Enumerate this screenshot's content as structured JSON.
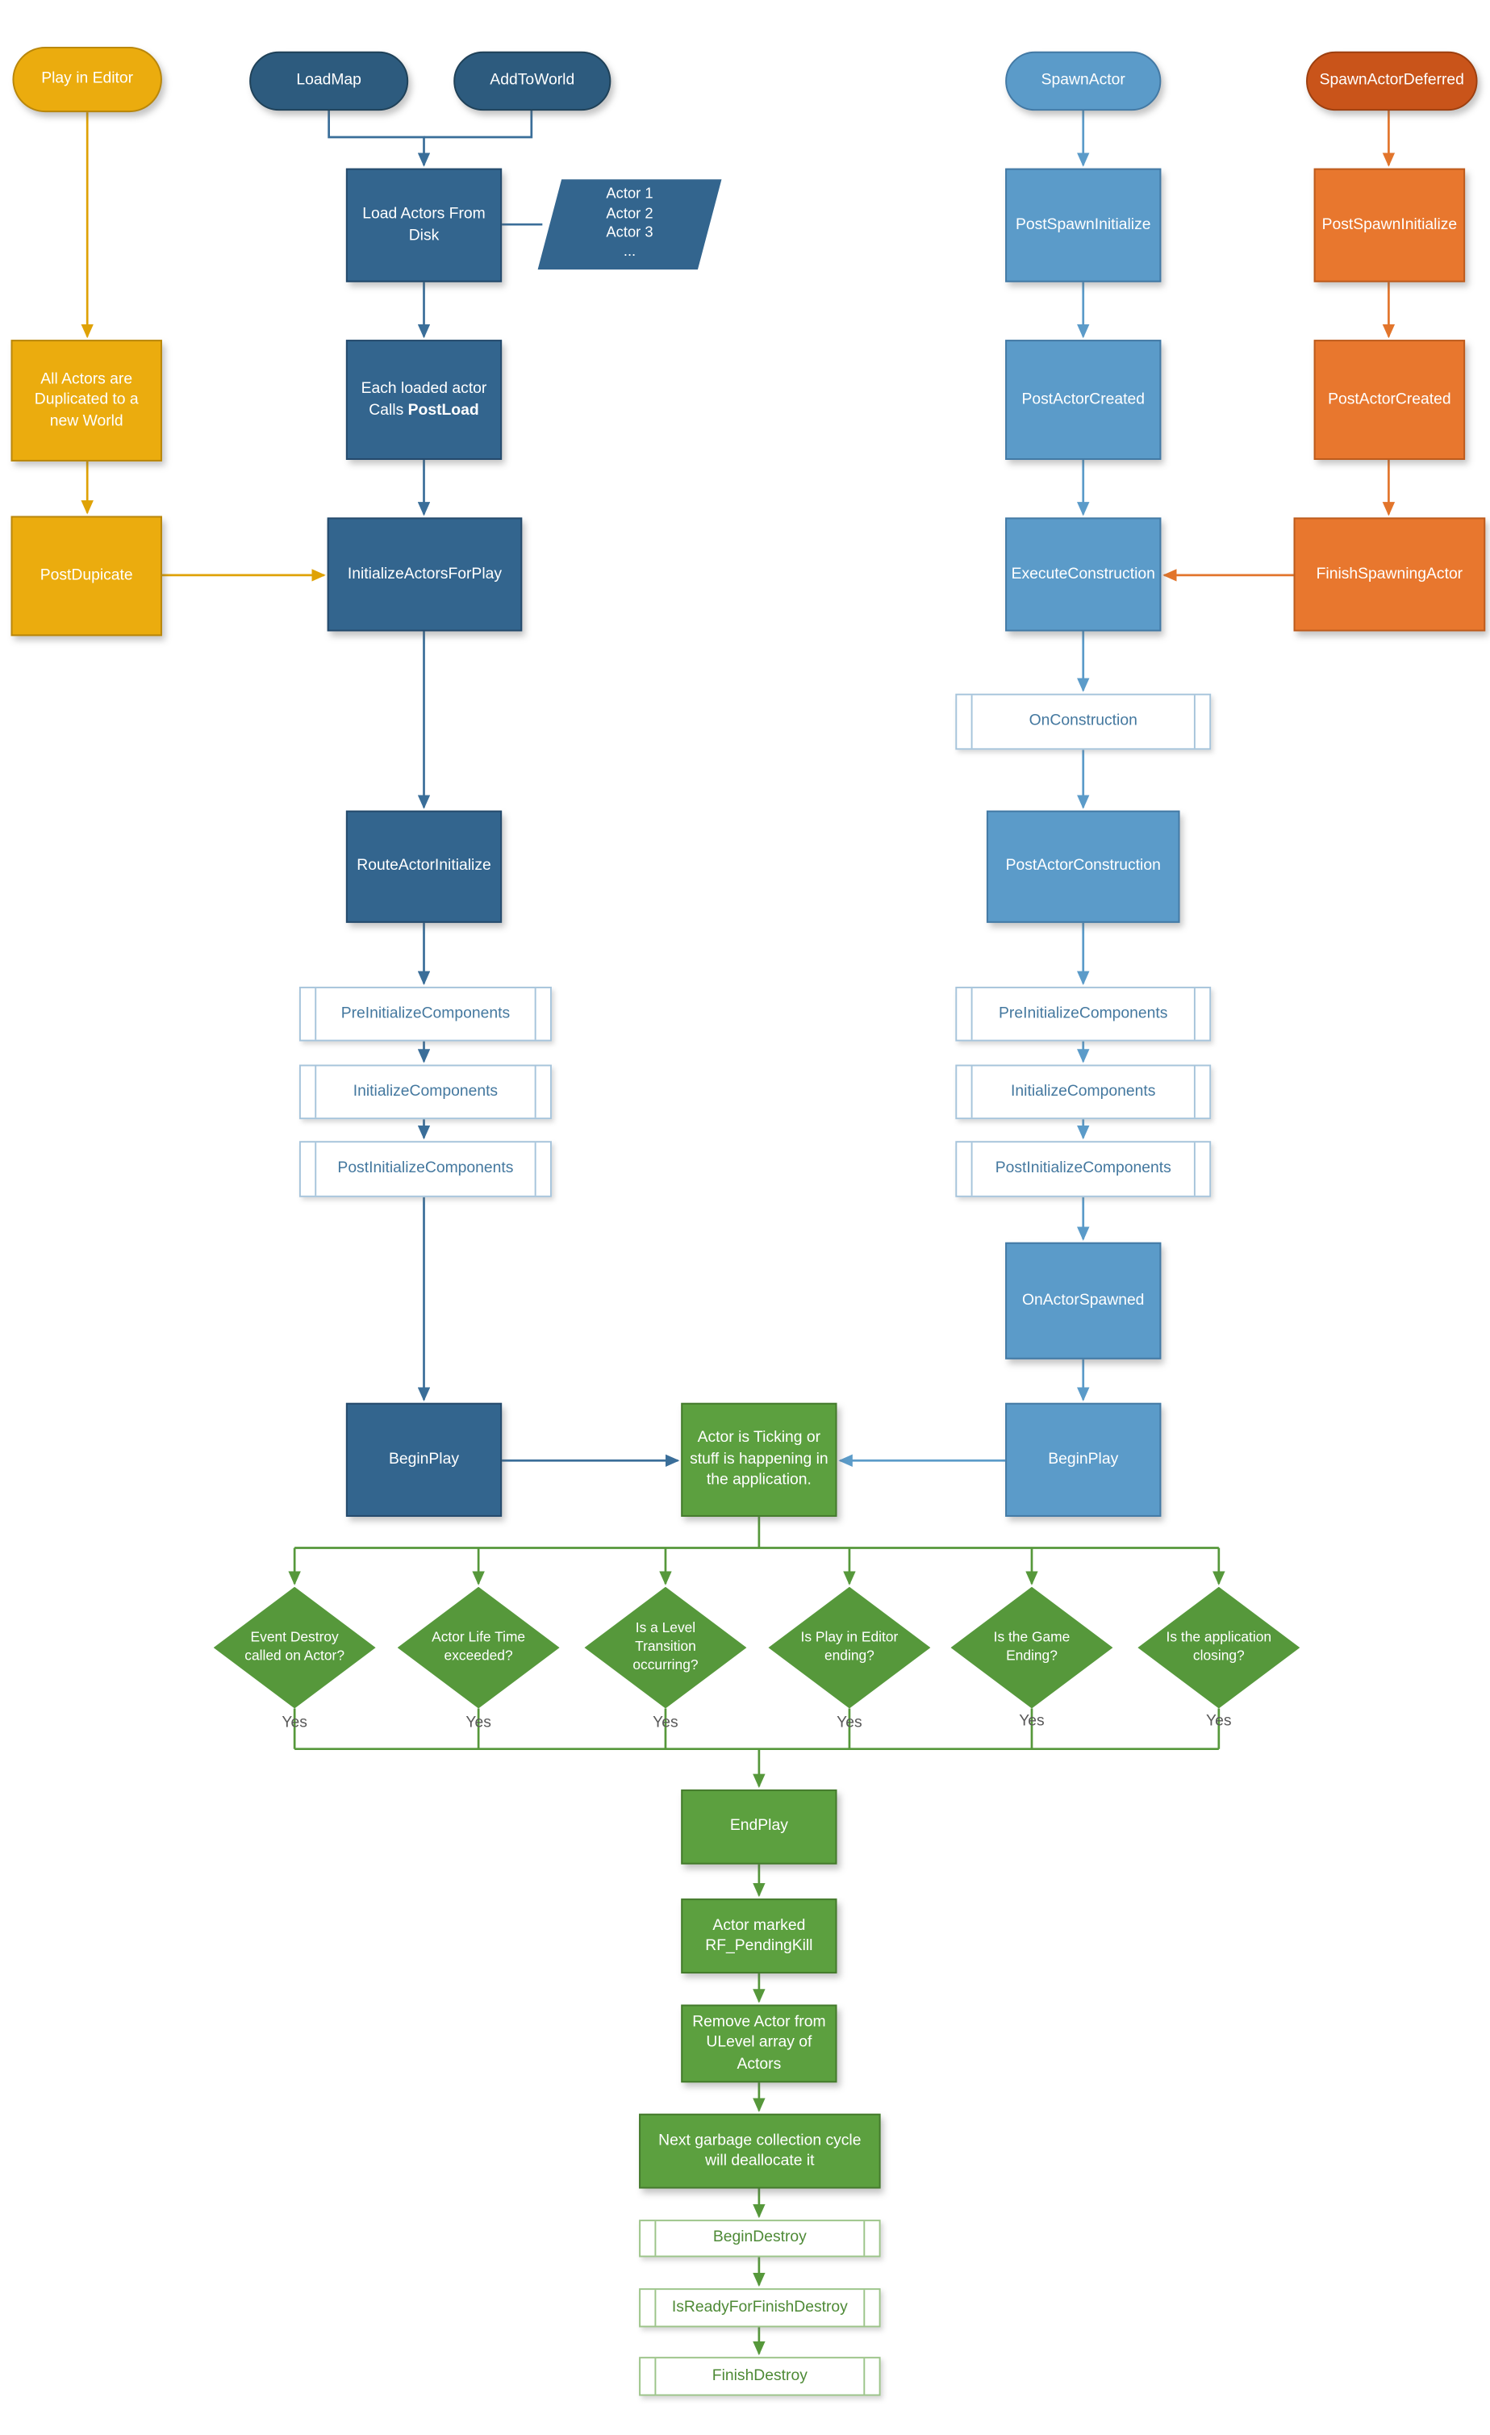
{
  "colors": {
    "gold": "#EBAC0E",
    "dark_blue": "#33658E",
    "light_blue": "#5B9BC9",
    "orange": "#E8772E",
    "green": "#5CA03F"
  },
  "editor_path": {
    "play_in_editor": "Play in Editor",
    "all_actors_duplicated": "All Actors are Duplicated to a new World",
    "post_duplicate": "PostDupicate"
  },
  "load_path": {
    "load_map": "LoadMap",
    "add_to_world": "AddToWorld",
    "load_actors_from_disk": "Load Actors From Disk",
    "actor_list": [
      "Actor 1",
      "Actor 2",
      "Actor 3",
      "..."
    ],
    "each_loaded_actor_line1": "Each loaded actor",
    "each_loaded_actor_line2": "Calls",
    "each_loaded_actor_bold": "PostLoad",
    "initialize_actors_for_play": "InitializeActorsForPlay",
    "route_actor_initialize": "RouteActorInitialize",
    "pre_initialize_components": "PreInitializeComponents",
    "initialize_components": "InitializeComponents",
    "post_initialize_components": "PostInitializeComponents",
    "begin_play": "BeginPlay"
  },
  "spawn_path": {
    "spawn_actor": "SpawnActor",
    "post_spawn_initialize": "PostSpawnInitialize",
    "post_actor_created": "PostActorCreated",
    "execute_construction": "ExecuteConstruction",
    "on_construction": "OnConstruction",
    "post_actor_construction": "PostActorConstruction",
    "pre_initialize_components": "PreInitializeComponents",
    "initialize_components": "InitializeComponents",
    "post_initialize_components": "PostInitializeComponents",
    "on_actor_spawned": "OnActorSpawned",
    "begin_play": "BeginPlay"
  },
  "deferred_path": {
    "spawn_actor_deferred": "SpawnActorDeferred",
    "post_spawn_initialize": "PostSpawnInitialize",
    "post_actor_created": "PostActorCreated",
    "finish_spawning_actor": "FinishSpawningActor"
  },
  "runtime": {
    "actor_ticking": "Actor is Ticking or stuff is happening in the application."
  },
  "end_conditions": [
    {
      "question": "Event Destroy called on Actor?",
      "answer": "Yes"
    },
    {
      "question": "Actor Life Time exceeded?",
      "answer": "Yes"
    },
    {
      "question": "Is a Level Transition occurring?",
      "answer": "Yes"
    },
    {
      "question": "Is Play in Editor ending?",
      "answer": "Yes"
    },
    {
      "question": "Is the Game Ending?",
      "answer": "Yes"
    },
    {
      "question": "Is the application closing?",
      "answer": "Yes"
    }
  ],
  "destroy_path": {
    "end_play": "EndPlay",
    "actor_marked": "Actor marked RF_PendingKill",
    "remove_actor": "Remove Actor from ULevel array of Actors",
    "garbage_collection": "Next garbage collection cycle will deallocate it",
    "begin_destroy": "BeginDestroy",
    "is_ready_for_finish_destroy": "IsReadyForFinishDestroy",
    "finish_destroy": "FinishDestroy"
  }
}
